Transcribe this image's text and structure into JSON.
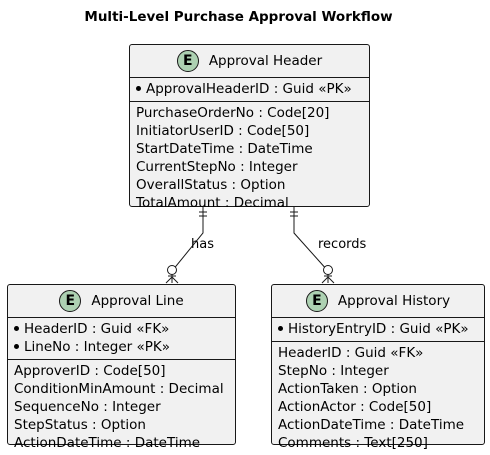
{
  "title": "Multi-Level Purchase Approval Workflow",
  "entities": {
    "approval_header": {
      "name": "Approval Header",
      "badge": "E",
      "keys": [
        "ApprovalHeaderID : Guid «PK»"
      ],
      "fields": [
        "PurchaseOrderNo : Code[20]",
        "InitiatorUserID : Code[50]",
        "StartDateTime : DateTime",
        "CurrentStepNo : Integer",
        "OverallStatus : Option",
        "TotalAmount : Decimal"
      ]
    },
    "approval_line": {
      "name": "Approval Line",
      "badge": "E",
      "keys": [
        "HeaderID : Guid «FK»",
        "LineNo : Integer «PK»"
      ],
      "fields": [
        "ApproverID : Code[50]",
        "ConditionMinAmount : Decimal",
        "SequenceNo : Integer",
        "StepStatus : Option",
        "ActionDateTime : DateTime"
      ]
    },
    "approval_history": {
      "name": "Approval History",
      "badge": "E",
      "keys": [
        "HistoryEntryID : Guid «PK»"
      ],
      "fields": [
        "HeaderID : Guid «FK»",
        "StepNo : Integer",
        "ActionTaken : Option",
        "ActionActor : Code[50]",
        "ActionDateTime : DateTime",
        "Comments : Text[250]"
      ]
    }
  },
  "relationships": [
    {
      "label": "has",
      "from": "Approval Header",
      "to": "Approval Line",
      "from_cardinality": "exactly one",
      "to_cardinality": "zero or many"
    },
    {
      "label": "records",
      "from": "Approval Header",
      "to": "Approval History",
      "from_cardinality": "exactly one",
      "to_cardinality": "zero or many"
    }
  ],
  "colors": {
    "entity_fill": "#f1f1f1",
    "badge_fill": "#add1b2",
    "stroke": "#181818"
  }
}
